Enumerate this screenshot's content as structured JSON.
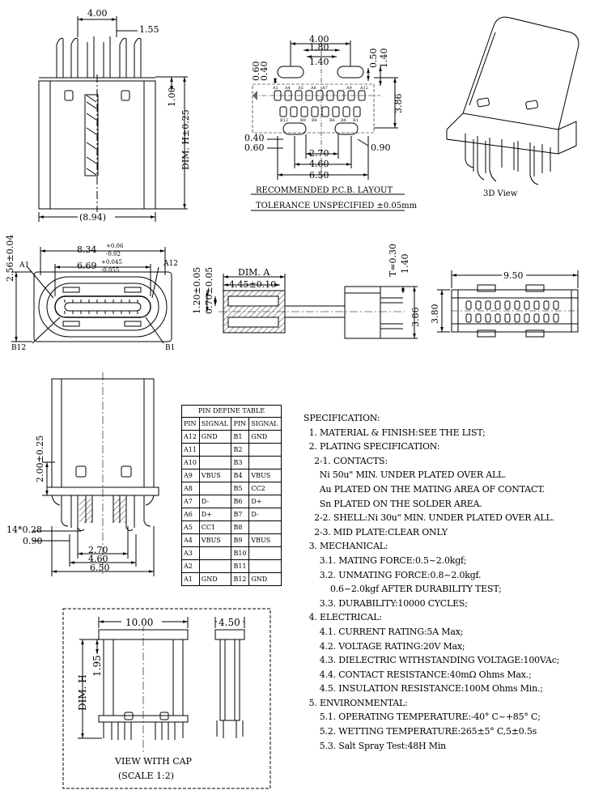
{
  "top_front": {
    "dim_4_00": "4.00",
    "dim_1_55": "1.55",
    "dim_1_00": "1.00",
    "dim_h": "DIM. H±0.25",
    "dim_8_94": "(8.94)"
  },
  "pcb": {
    "dims": [
      "4.00",
      "1.80",
      "1.40",
      "0.60",
      "0.40",
      "0.50",
      "1.40",
      "3.86",
      "0.40",
      "0.60",
      "2.70",
      "4.60",
      "6.50",
      "0.90"
    ],
    "pins_top": [
      "A1",
      "A4",
      "A5",
      "A6",
      "A7",
      "A9",
      "A12"
    ],
    "pins_bottom": [
      "B12",
      "B9",
      "B8",
      "B6",
      "B4",
      "B1"
    ],
    "title": "RECOMMENDED  P.C.B.  LAYOUT",
    "tolerance": "TOLERANCE UNSPECIFIED ±0.05mm"
  },
  "view3d": {
    "label": "3D View"
  },
  "mid_front": {
    "d1": "8.34",
    "d1_tol_up": "+0.06",
    "d1_tol_dn": "-0.02",
    "d2": "6.69",
    "d2_tol_up": "+0.045",
    "d2_tol_dn": "-0.055",
    "d3": "2.56±0.04",
    "a1": "A1",
    "a12": "A12",
    "b12": "B12",
    "b1": "B1"
  },
  "mid_side": {
    "d1": "1.20±0.05",
    "d2": "0.70±0.05",
    "dim_a": "DIM. A",
    "d3": "4.45±0.10",
    "t": "T=0.30",
    "d4": "1.40",
    "d5": "3.86"
  },
  "mid_top": {
    "d1": "9.50",
    "d2": "3.80"
  },
  "lower_left": {
    "d1": "2.00±0.25",
    "d2": "14*0.28",
    "d3": "0.90",
    "d4": "2.70",
    "d5": "4.60",
    "d6": "6.50"
  },
  "pin_table": {
    "title": "PIN DEFINE TABLE",
    "headers": [
      "PIN",
      "SIGNAL",
      "PIN",
      "SIGNAL"
    ],
    "rows": [
      [
        "A12",
        "GND",
        "B1",
        "GND"
      ],
      [
        "A11",
        "",
        "B2",
        ""
      ],
      [
        "A10",
        "",
        "B3",
        ""
      ],
      [
        "A9",
        "VBUS",
        "B4",
        "VBUS"
      ],
      [
        "A8",
        "",
        "B5",
        "CC2"
      ],
      [
        "A7",
        "D-",
        "B6",
        "D+"
      ],
      [
        "A6",
        "D+",
        "B7",
        "D-"
      ],
      [
        "A5",
        "CC1",
        "B8",
        ""
      ],
      [
        "A4",
        "VBUS",
        "B9",
        "VBUS"
      ],
      [
        "A3",
        "",
        "B10",
        ""
      ],
      [
        "A2",
        "",
        "B11",
        ""
      ],
      [
        "A1",
        "GND",
        "B12",
        "GND"
      ]
    ]
  },
  "cap_view": {
    "d1": "10.00",
    "d2": "4.50",
    "d3": "1.95",
    "dim_h": "DIM. H",
    "caption1": "VIEW WITH CAP",
    "caption2": "(SCALE 1:2)"
  },
  "spec": {
    "lines": [
      "SPECIFICATION:",
      "  1. MATERIAL & FINISH:SEE THE LIST;",
      "  2. PLATING SPECIFICATION:",
      "    2-1. CONTACTS:",
      "      Ni 50u\" MIN. UNDER PLATED OVER ALL.",
      "      Au PLATED ON THE MATING AREA OF CONTACT.",
      "      Sn PLATED ON THE SOLDER AREA.",
      "    2-2. SHELL:Ni 30u\" MIN. UNDER PLATED OVER ALL.",
      "    2-3. MID PLATE:CLEAR ONLY",
      "  3. MECHANICAL:",
      "      3.1. MATING FORCE:0.5~2.0kgf;",
      "      3.2. UNMATING FORCE:0.8~2.0kgf.",
      "          0.6~2.0kgf AFTER DURABILITY TEST;",
      "      3.3. DURABILITY:10000 CYCLES;",
      "  4. ELECTRICAL:",
      "      4.1. CURRENT RATING:5A Max;",
      "      4.2. VOLTAGE RATING:20V Max;",
      "      4.3. DIELECTRIC WITHSTANDING VOLTAGE:100VAc;",
      "      4.4. CONTACT RESISTANCE:40mΩ Ohms Max.;",
      "      4.5. INSULATION RESISTANCE:100M Ohms Min.;",
      "  5. ENVIRONMENTAL:",
      "      5.1. OPERATING TEMPERATURE:-40° C~+85° C;",
      "      5.2. WETTING TEMPERATURE:265±5° C,5±0.5s",
      "      5.3. Salt Spray Test:48H Min"
    ]
  }
}
